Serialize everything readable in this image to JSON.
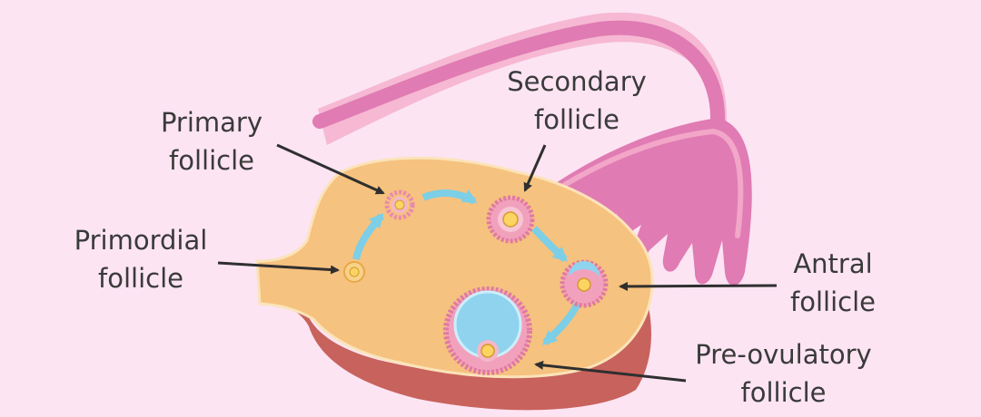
{
  "labels": {
    "primary": {
      "line1": "Primary",
      "line2": "follicle"
    },
    "secondary": {
      "line1": "Secondary",
      "line2": "follicle"
    },
    "primordial": {
      "line1": "Primordial",
      "line2": "follicle"
    },
    "antral": {
      "line1": "Antral",
      "line2": "follicle"
    },
    "preovulatory": {
      "line1": "Pre-ovulatory",
      "line2": "follicle"
    }
  },
  "colors": {
    "background": "#fce4f3",
    "ovary": "#f6c27f",
    "ovary_edge": "#fbe3b9",
    "ovary_side": "#c8625c",
    "tube_outer": "#f6b8d2",
    "tube_inner": "#e07bb3",
    "follicle": "#e98aae",
    "antrum": "#8fd3ef",
    "oocyte": "#fbd462",
    "arrow_flow": "#7ccfe6",
    "pointer": "#2f2f2f",
    "text": "#3a3a3a"
  }
}
